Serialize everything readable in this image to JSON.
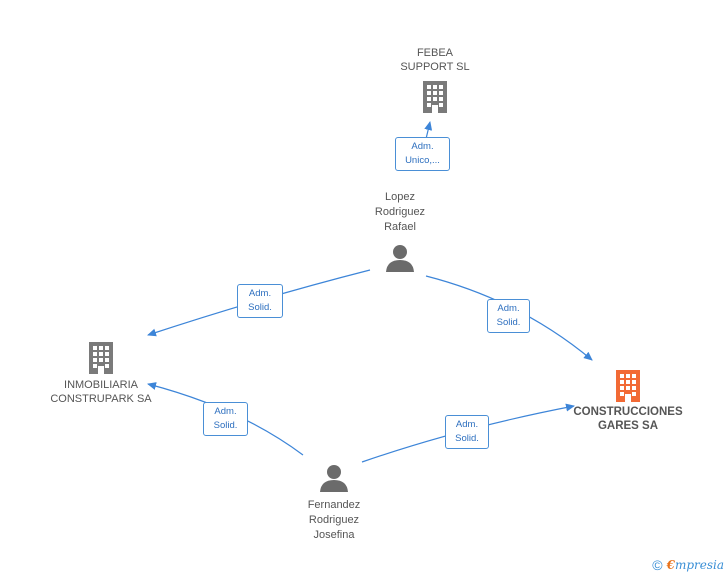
{
  "colors": {
    "edge": "#3d85d8",
    "company_icon": "#7a7a7a",
    "focus_company_icon": "#f26a35",
    "person_icon": "#6b6b6b"
  },
  "nodes": {
    "febea": {
      "label": "FEBEA\nSUPPORT SL",
      "icon": "building-icon"
    },
    "lopez": {
      "label": "Lopez\nRodriguez\nRafael",
      "icon": "person-icon"
    },
    "inmobiliaria": {
      "label": "INMOBILIARIA\nCONSTRUPARK SA",
      "icon": "building-icon"
    },
    "construcciones": {
      "label": "CONSTRUCCIONES\nGARES SA",
      "icon": "building-icon"
    },
    "fernandez": {
      "label": "Fernandez\nRodriguez\nJosefina",
      "icon": "person-icon"
    }
  },
  "relations": {
    "lopez_febea": "Adm.\nUnico,...",
    "lopez_inmobiliaria": "Adm.\nSolid.",
    "lopez_construcciones": "Adm.\nSolid.",
    "fernandez_inmobiliaria": "Adm.\nSolid.",
    "fernandez_construcciones": "Adm.\nSolid."
  },
  "footer": {
    "copyright_symbol": "©",
    "brand_initial": "€",
    "brand_rest": "mpresia"
  }
}
